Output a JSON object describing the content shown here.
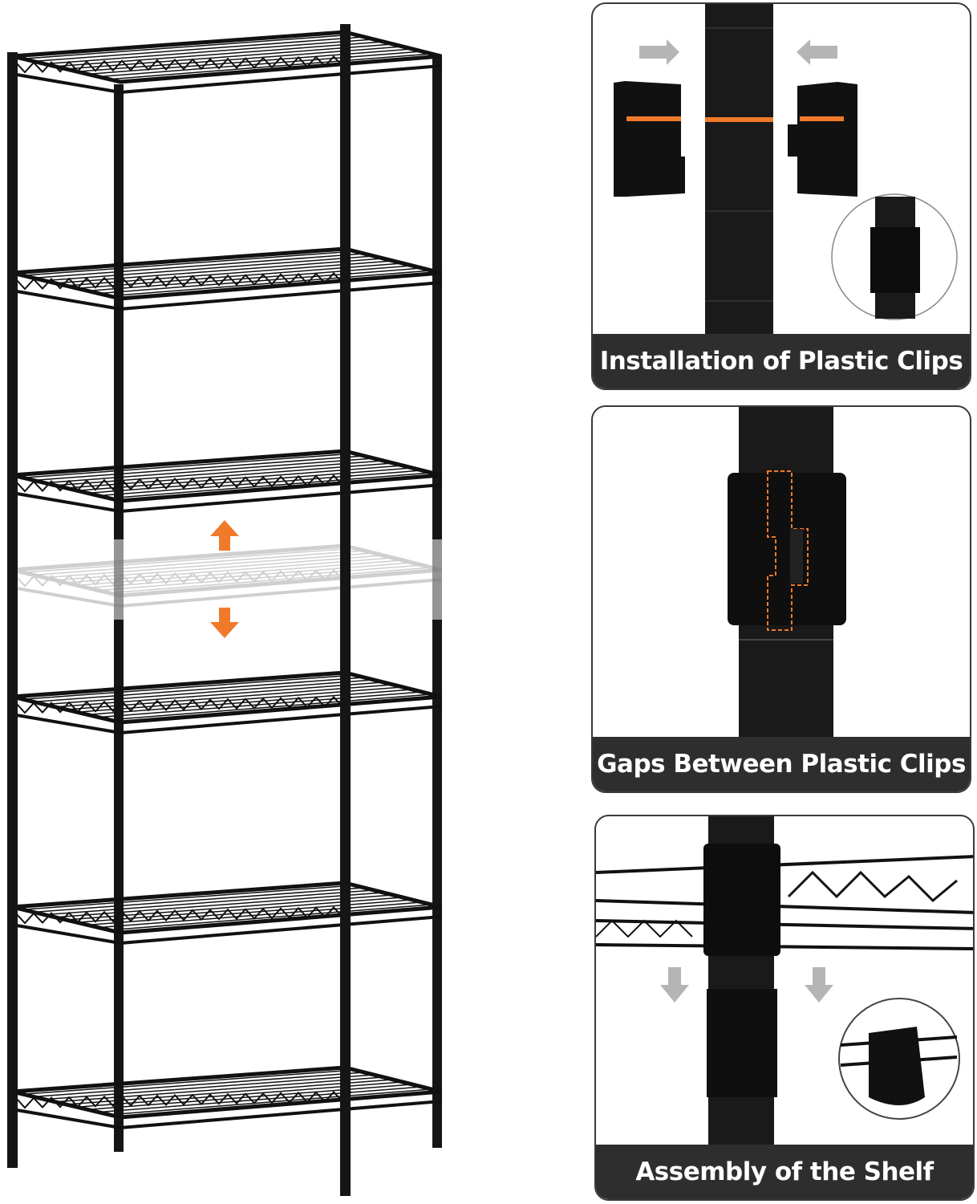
{
  "colors": {
    "accent": "#f07a2a",
    "frame": "#111111",
    "label_bg": "#2e2e2e",
    "arrow_gray": "#b5b5b5"
  },
  "panels": [
    {
      "caption": "Installation of Plastic Clips",
      "icons": [
        "arrow-right-icon",
        "arrow-left-icon"
      ]
    },
    {
      "caption": "Gaps Between Plastic Clips"
    },
    {
      "caption": "Assembly of the Shelf",
      "icons": [
        "arrow-down-icon",
        "arrow-down-icon"
      ]
    }
  ],
  "rack": {
    "tiers": 6,
    "adjustable_shelf_icons": [
      "arrow-up-icon",
      "arrow-down-icon"
    ]
  }
}
